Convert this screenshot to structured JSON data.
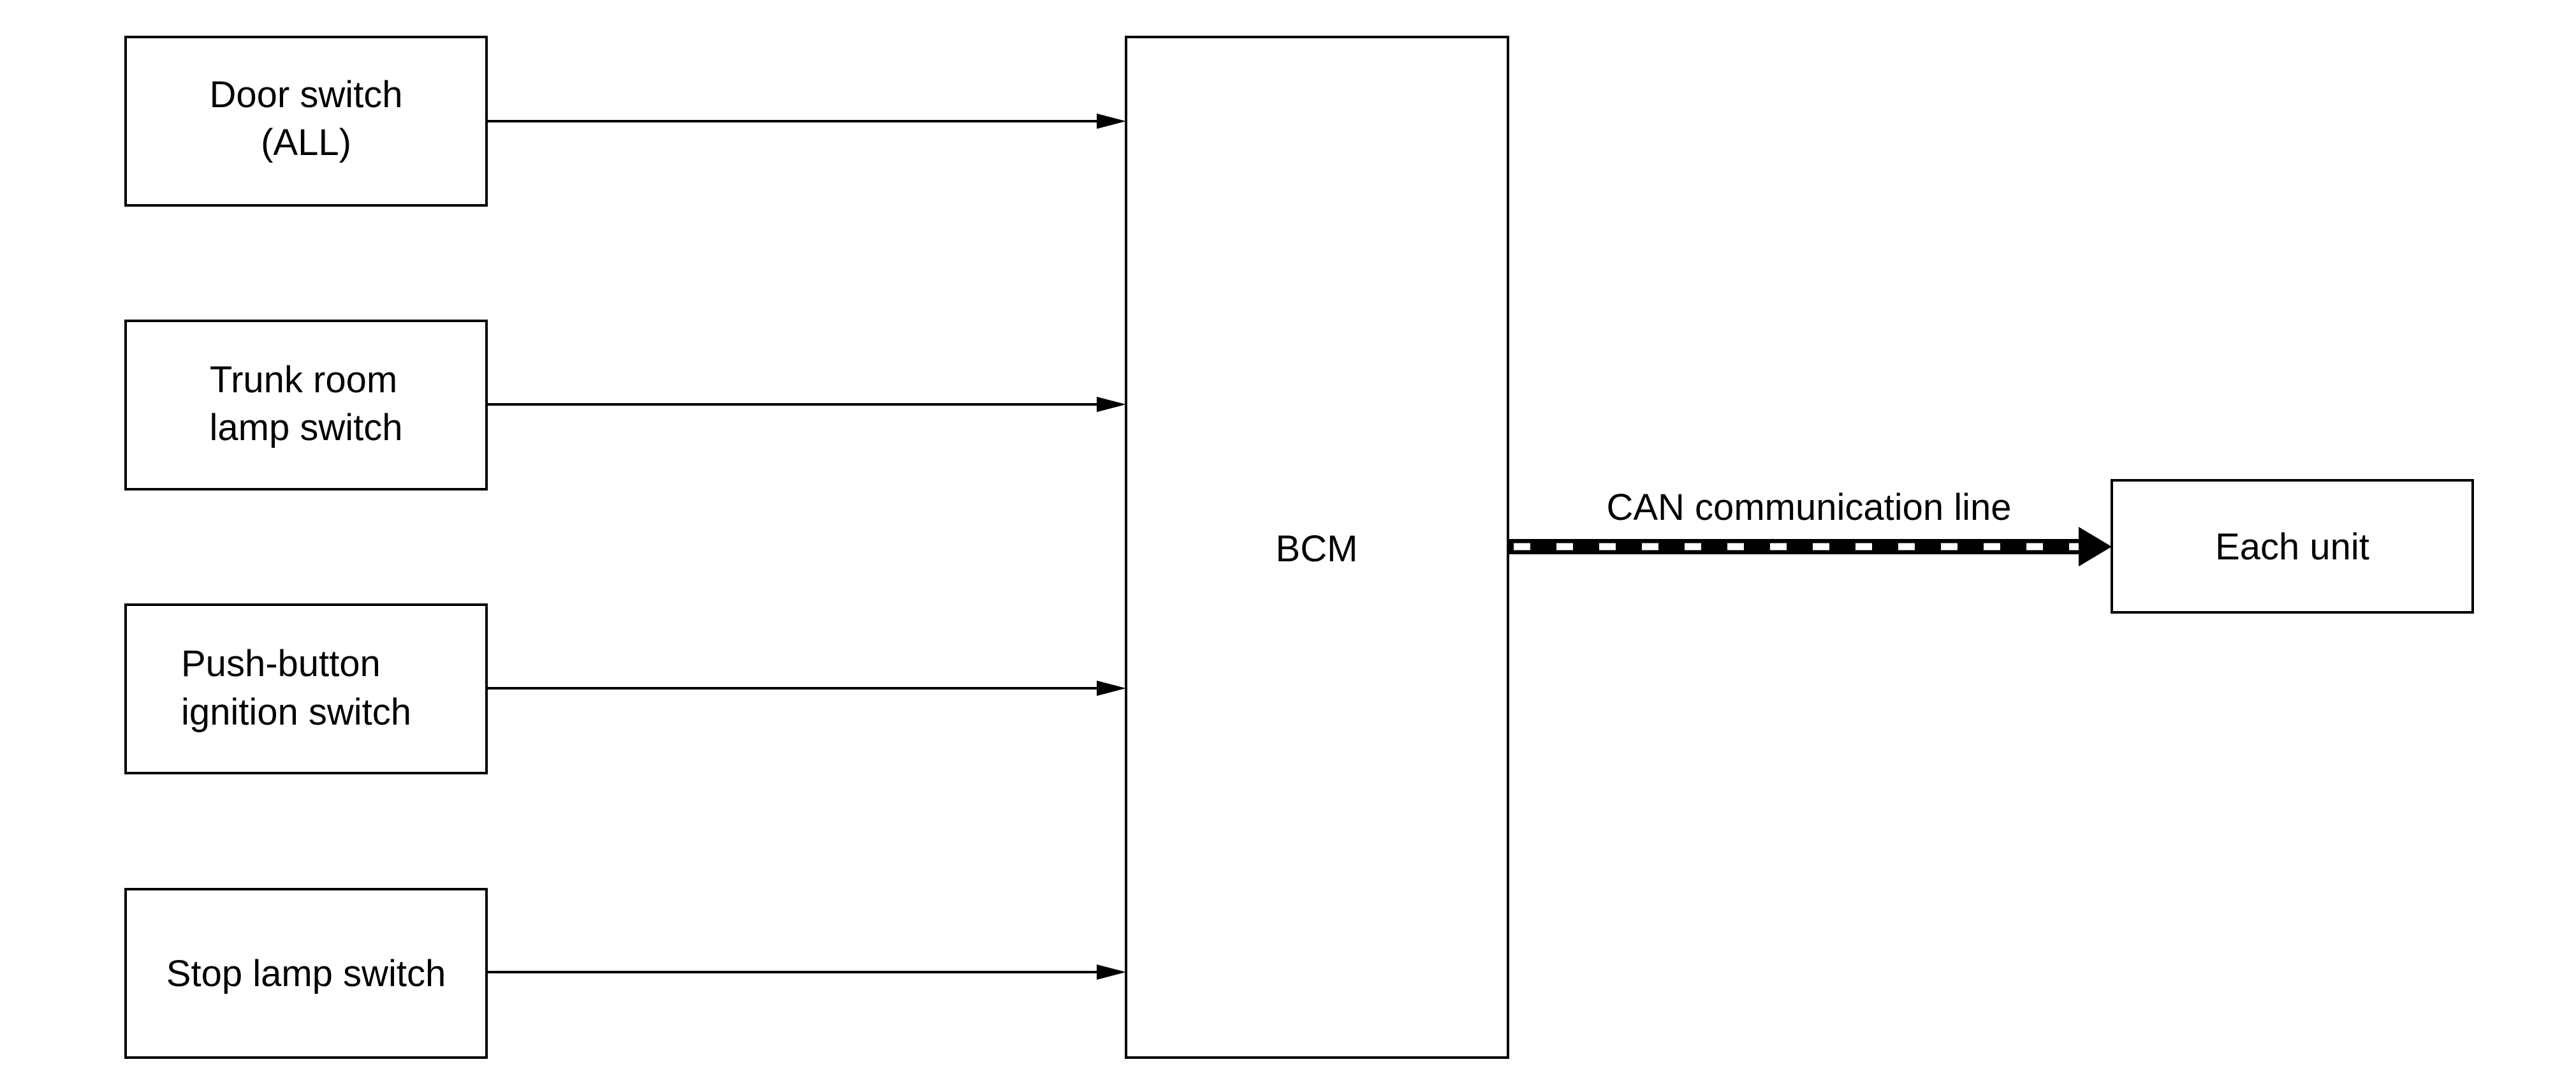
{
  "inputs": [
    {
      "id": "door-switch",
      "lines": [
        "Door switch",
        "(ALL)"
      ]
    },
    {
      "id": "trunk-room-lamp-switch",
      "lines": [
        "Trunk room",
        "lamp switch"
      ]
    },
    {
      "id": "push-button-ignition-switch",
      "lines": [
        "Push-button",
        "ignition switch"
      ]
    },
    {
      "id": "stop-lamp-switch",
      "lines": [
        "Stop lamp switch"
      ]
    }
  ],
  "bcm": {
    "label": "BCM"
  },
  "can_line": {
    "label": "CAN communication line"
  },
  "output": {
    "label": "Each unit"
  },
  "colors": {
    "line": "#000000",
    "background": "#ffffff",
    "can_dash": "#ffffff"
  }
}
